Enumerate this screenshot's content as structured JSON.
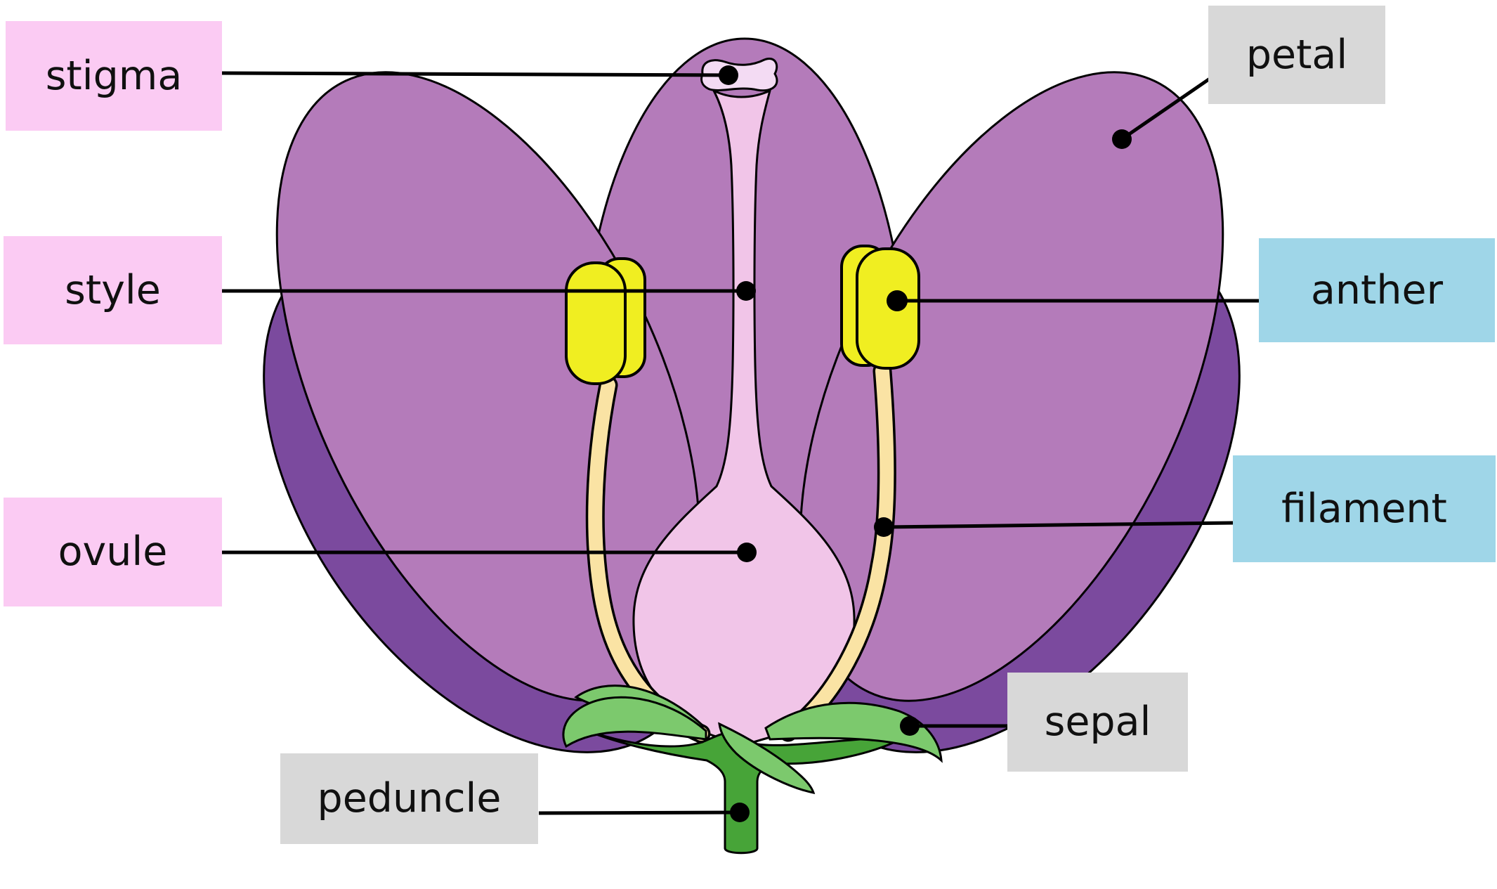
{
  "diagram": {
    "type": "labeled-anatomy-diagram",
    "subject": "flower cross-section anatomy",
    "background": "#FFFFFF"
  },
  "labels": {
    "stigma": {
      "text": "stigma",
      "style": "pink"
    },
    "style": {
      "text": "style",
      "style": "pink"
    },
    "ovule": {
      "text": "ovule",
      "style": "pink"
    },
    "peduncle": {
      "text": "peduncle",
      "style": "gray"
    },
    "petal": {
      "text": "petal",
      "style": "gray"
    },
    "anther": {
      "text": "anther",
      "style": "blue"
    },
    "filament": {
      "text": "filament",
      "style": "blue"
    },
    "sepal": {
      "text": "sepal",
      "style": "gray"
    }
  },
  "label_styles": {
    "pink": "#FBCBF3",
    "gray": "#D8D8D8",
    "blue": "#9FD6E8"
  },
  "palette": {
    "petal": "#B47BBA",
    "petal_shadow": "#7B4A9E",
    "pistil": "#F1C5E8",
    "stigma": "#F3DBF3",
    "anther": "#F0EE21",
    "filament": "#FAE3A4",
    "sepal_light": "#7CC96D",
    "sepal_dark": "#47A438",
    "outline": "#000000",
    "leader": "#000000",
    "text": "#101010"
  }
}
